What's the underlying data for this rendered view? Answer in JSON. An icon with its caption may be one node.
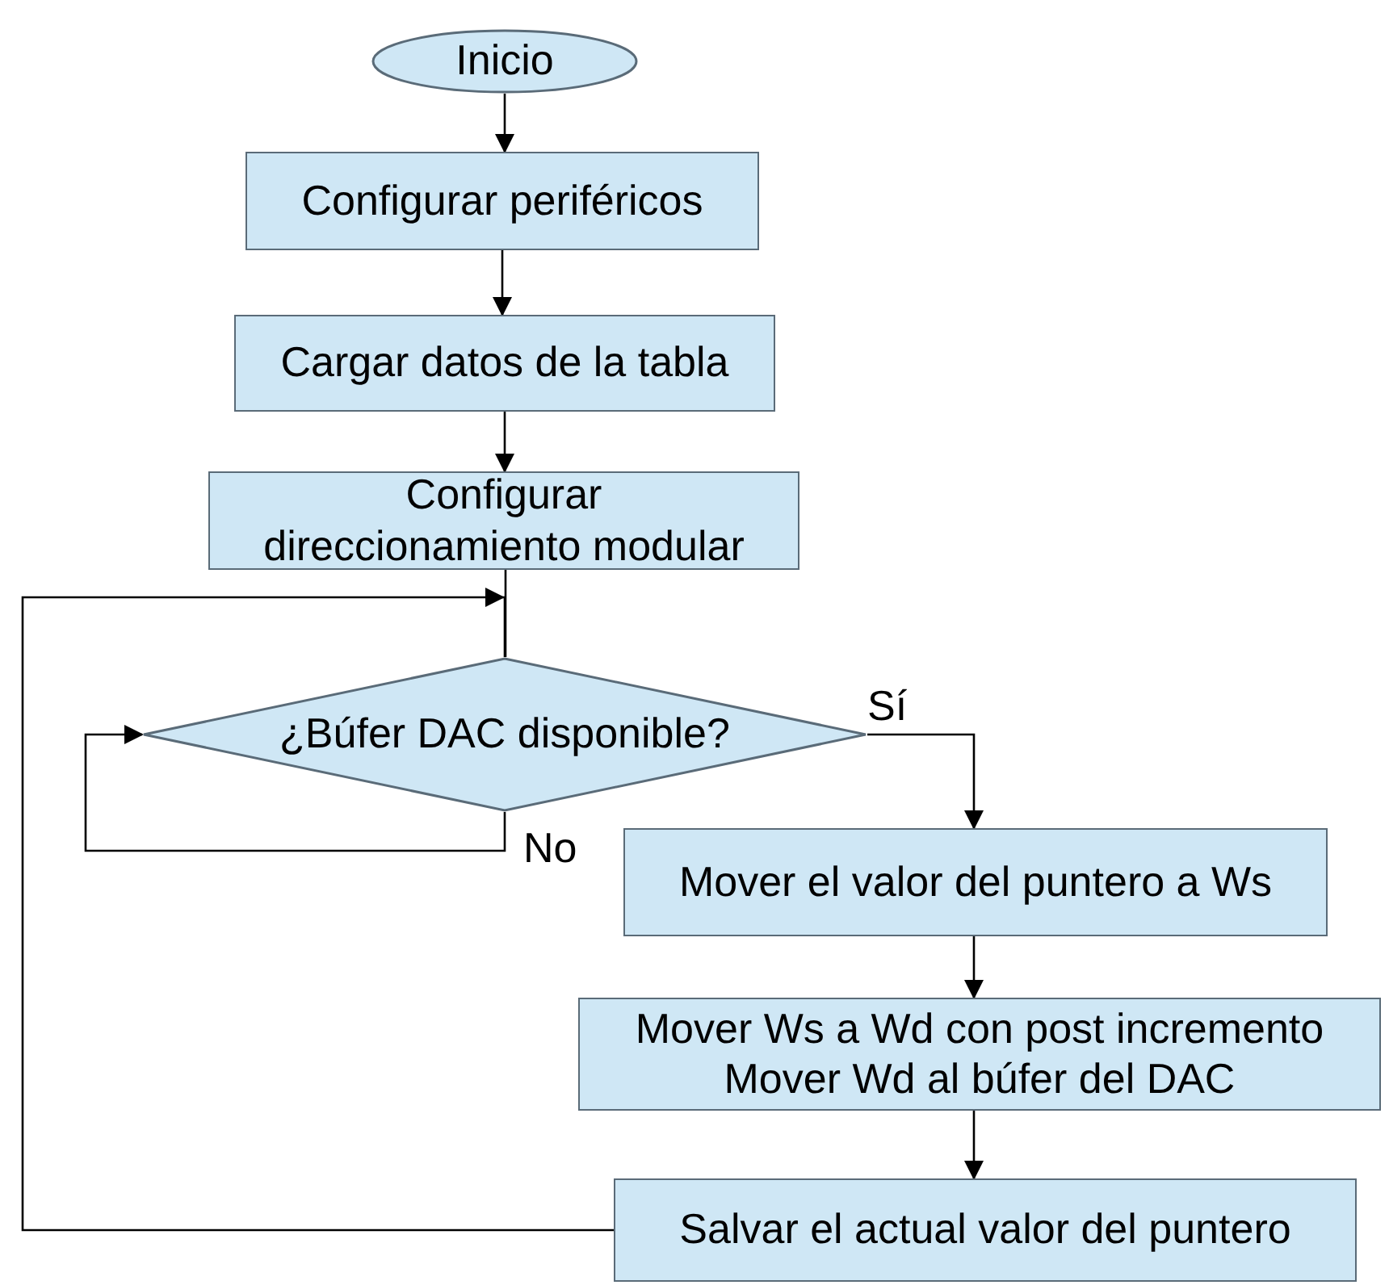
{
  "diagram": {
    "nodes": [
      {
        "text": [
          "Inicio"
        ]
      },
      {
        "text": [
          "Configurar periféricos"
        ]
      },
      {
        "text": [
          "Cargar datos de la tabla"
        ]
      },
      {
        "text": [
          "Configurar direccionamiento modular"
        ]
      },
      {
        "text": [
          "¿Búfer DAC disponible?"
        ]
      },
      {
        "text": [
          "Mover el valor del puntero a Ws"
        ]
      },
      {
        "text": [
          "Mover Ws a Wd con post incremento",
          "Mover Wd al búfer del DAC"
        ]
      },
      {
        "text": [
          "Salvar el actual valor del puntero"
        ]
      }
    ],
    "edges": [
      {
        "from": 0,
        "to": 1,
        "arrow": "to"
      },
      {
        "from": 1,
        "to": 2,
        "arrow": "to"
      },
      {
        "from": 2,
        "to": 3,
        "arrow": "to"
      },
      {
        "from": 3,
        "to": 4,
        "arrow": "none"
      },
      {
        "from": 4,
        "to": 4,
        "arrow": "to",
        "label": "No"
      },
      {
        "from": 4,
        "to": 5,
        "arrow": "to",
        "label": "Sí"
      },
      {
        "from": 5,
        "to": 6,
        "arrow": "to"
      },
      {
        "from": 6,
        "to": 7,
        "arrow": "to"
      },
      {
        "from": 7,
        "to": 4,
        "arrow": "to"
      }
    ]
  }
}
